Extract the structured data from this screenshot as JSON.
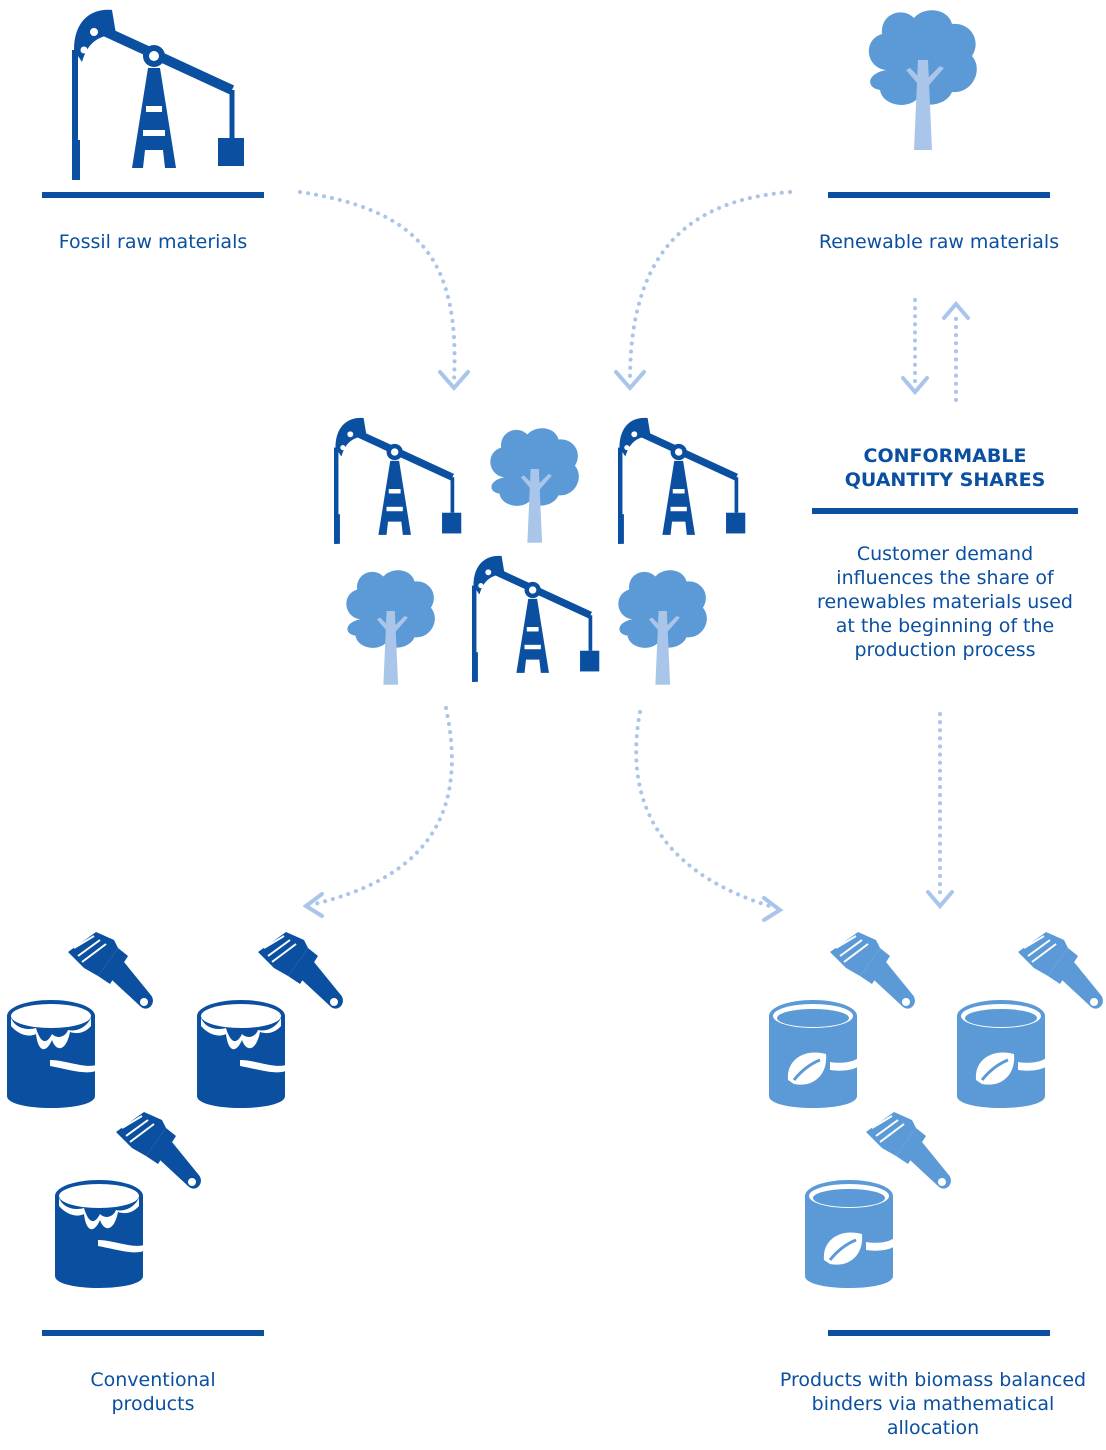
{
  "nodes": {
    "fossil": {
      "label": "Fossil raw materials"
    },
    "renewable": {
      "label": "Renewable raw materials"
    },
    "shares": {
      "title_line1": "CONFORMABLE",
      "title_line2": "QUANTITY SHARES",
      "desc_lines": [
        "Customer demand",
        "influences the share of",
        "renewables materials used",
        "at the beginning of the",
        "production process"
      ]
    },
    "conventional": {
      "label_lines": [
        "Conventional",
        "products"
      ]
    },
    "biomass": {
      "label_lines": [
        "Products with biomass balanced",
        "binders via mathematical",
        "allocation"
      ]
    }
  },
  "colors": {
    "dark_blue": "#0a4fa0",
    "medium_blue": "#5b9ad6",
    "light_blue": "#a9c6ea",
    "arrow_blue": "#a9c6ea"
  },
  "icons": {
    "fossil": "oil-pump-icon",
    "renewable": "tree-icon",
    "conventional": "paint-bucket-icon",
    "biomass": "bio-paint-bucket-icon"
  }
}
